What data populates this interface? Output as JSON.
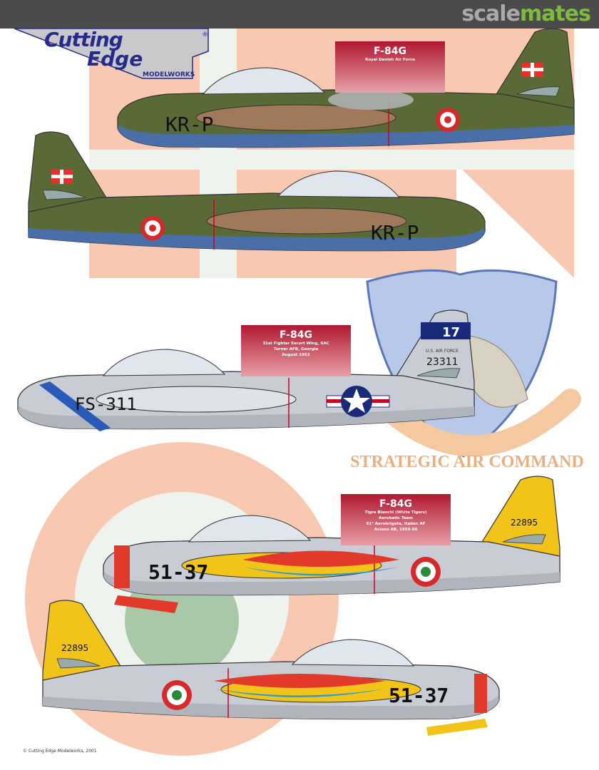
{
  "watermark": {
    "part1": "scale",
    "part2": "mates"
  },
  "logo": {
    "line1": "Cutting",
    "line2": "Edge",
    "line3": "MODELWORKS",
    "registered": "®"
  },
  "cards": [
    {
      "title": "F-84G",
      "lines": [
        "Royal Danish Air Force"
      ]
    },
    {
      "title": "F-84G",
      "lines": [
        "31st Fighter Escort Wing, SAC",
        "Turner AFB, Georgia",
        "August 1952"
      ]
    },
    {
      "title": "F-84G",
      "lines": [
        "Tigre Bianchi (White Tigers)",
        "Aerobatic Team",
        "51° Aerobrigata, Italian AF",
        "Aviano AB, 1955-56"
      ]
    }
  ],
  "markings": {
    "danish_code": "KR-P",
    "us_code": "FS-311",
    "us_tail_number": "23311",
    "us_tail_band": "17",
    "us_tail_text": "U.S. AIR FORCE",
    "italian_code": "51-37",
    "italian_tail_number": "22895"
  },
  "emblem": {
    "text": "STRATEGIC AIR COMMAND"
  },
  "copyright": "© Cutting Edge Modelworks, 2001",
  "colors": {
    "danish_green": "#5a6a36",
    "danish_brown": "#a0785a",
    "danish_blue": "#4a6ea8",
    "silver": "#c8ccd4",
    "salmon": "#f8c8b0",
    "card_red": "#b01830",
    "italian_yellow": "#f2c418",
    "italian_red": "#e23a2a",
    "italian_blue": "#2a9ad8"
  }
}
